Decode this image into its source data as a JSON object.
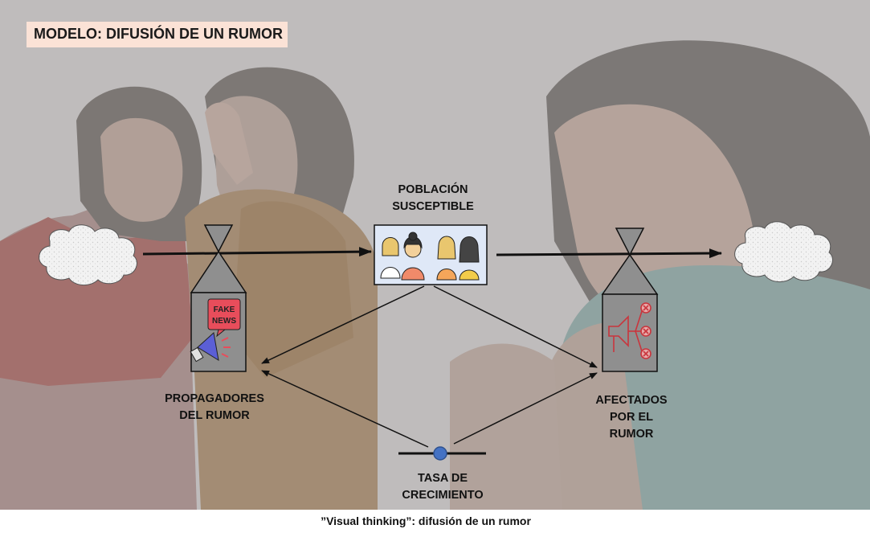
{
  "title": "MODELO: DIFUSIÓN DE UN RUMOR",
  "nodes": {
    "susceptible": "POBLACIÓN SUSCEPTIBLE",
    "propagators": "PROPAGADORES DEL RUMOR",
    "affected": "AFECTADOS POR EL RUMOR",
    "growth_rate": "TASA DE CRECIMIENTO"
  },
  "icons": {
    "fake_news_line1": "FAKE",
    "fake_news_line2": "NEWS"
  },
  "caption": "”Visual thinking”: difusión de un rumor",
  "colors": {
    "title_bg": "#fbe2d6",
    "background": "#bfbcbc",
    "stock_fill": "#8f8f8f",
    "rate_dot": "#4472c4",
    "susceptible_box": "#dfe8f7"
  }
}
